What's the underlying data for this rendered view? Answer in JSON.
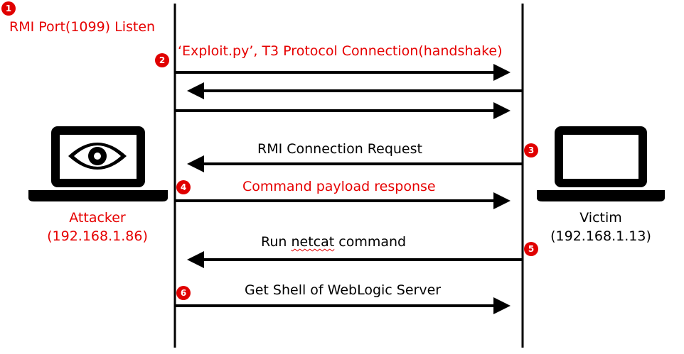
{
  "colors": {
    "accent": "#e60000",
    "line": "#000000"
  },
  "steps": {
    "s1": {
      "number": "1",
      "label": "RMI Port(1099) Listen"
    },
    "s2": {
      "number": "2",
      "label": "‘Exploit.py’, T3 Protocol Connection(handshake)"
    },
    "s3": {
      "number": "3",
      "label": "RMI Connection Request"
    },
    "s4": {
      "number": "4",
      "label": "Command payload response"
    },
    "s5": {
      "number": "5",
      "label_before": "Run ",
      "label_word": "netcat",
      "label_after": " command"
    },
    "s6": {
      "number": "6",
      "label": "Get Shell of WebLogic Server"
    }
  },
  "attacker": {
    "name": "Attacker",
    "ip": "(192.168.1.86)",
    "icon": "laptop-with-eye-icon"
  },
  "victim": {
    "name": "Victim",
    "ip": "(192.168.1.13)",
    "icon": "laptop-icon"
  }
}
